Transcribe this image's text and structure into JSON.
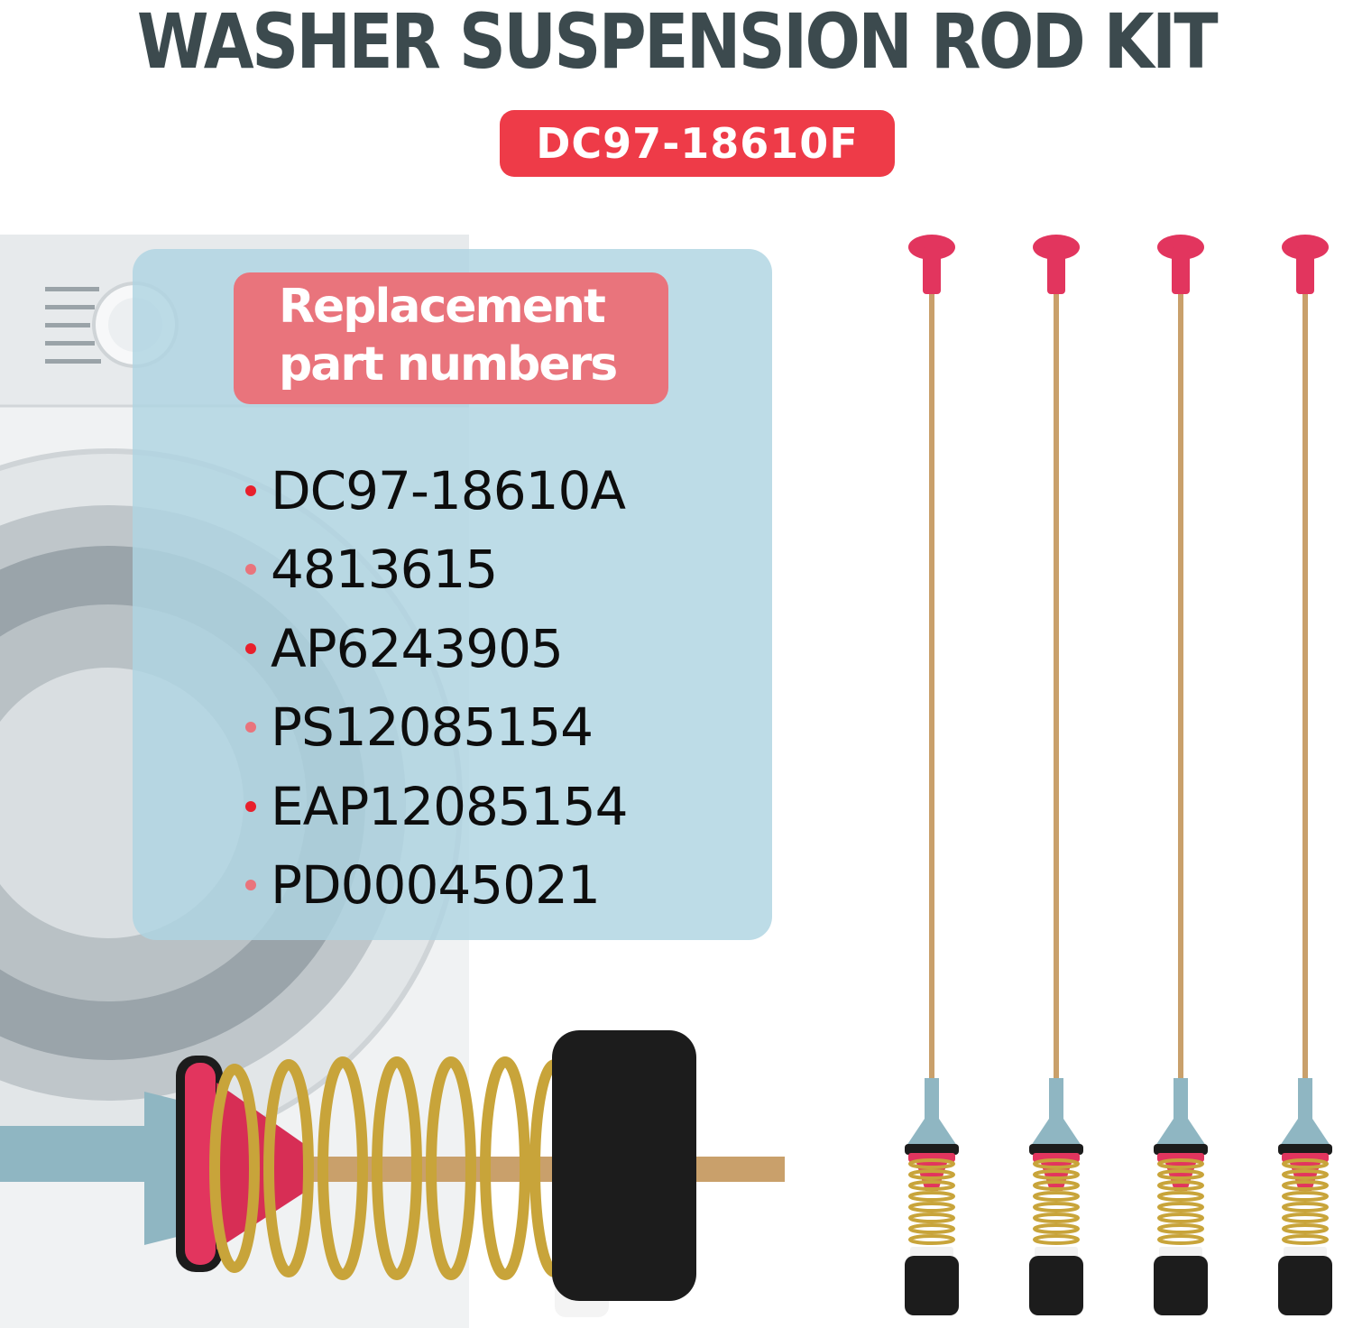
{
  "title": "WASHER SUSPENSION ROD KIT",
  "model": "DC97-18610F",
  "panel": {
    "heading": "Replacement part numbers",
    "parts": [
      {
        "code": "DC97-18610A",
        "bullet_color": "#e8202c"
      },
      {
        "code": "4813615",
        "bullet_color": "#e9747c"
      },
      {
        "code": "AP6243905",
        "bullet_color": "#e8202c"
      },
      {
        "code": "PS12085154",
        "bullet_color": "#e9747c"
      },
      {
        "code": "EAP12085154",
        "bullet_color": "#e8202c"
      },
      {
        "code": "PD00045021",
        "bullet_color": "#e9747c"
      }
    ]
  },
  "colors": {
    "title": "#3c4a4e",
    "badge": "#ee3b48",
    "panel": "#aed4e2",
    "heading_box": "#e9747c",
    "rod_cap": "#e2355e",
    "rod_shaft": "#c9a06b",
    "rod_base": "#8fb6c2",
    "damper": "#1c1c1c"
  },
  "rod_count": 4
}
